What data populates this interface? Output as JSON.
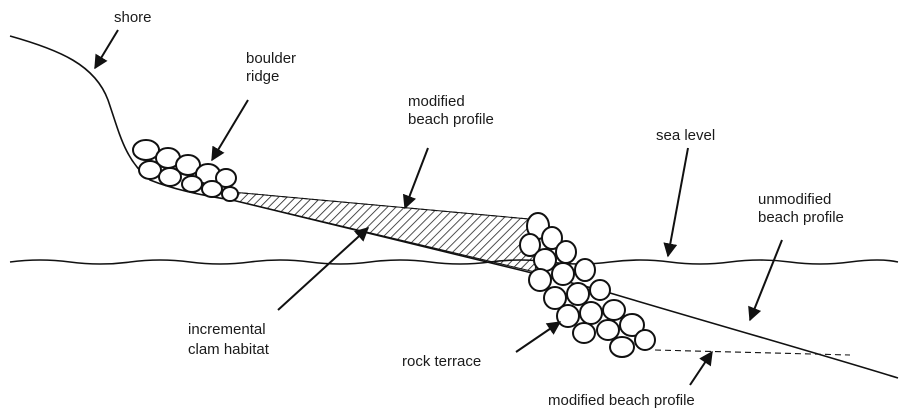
{
  "labels": {
    "shore": "shore",
    "boulder_ridge_1": "boulder",
    "boulder_ridge_2": "ridge",
    "modified_beach_profile_top_1": "modified",
    "modified_beach_profile_top_2": "beach profile",
    "sea_level": "sea level",
    "unmodified_beach_profile_1": "unmodified",
    "unmodified_beach_profile_2": "beach profile",
    "incremental_clam_habitat_1": "incremental",
    "incremental_clam_habitat_2": "clam habitat",
    "rock_terrace": "rock terrace",
    "modified_beach_profile_bottom": "modified beach profile"
  }
}
